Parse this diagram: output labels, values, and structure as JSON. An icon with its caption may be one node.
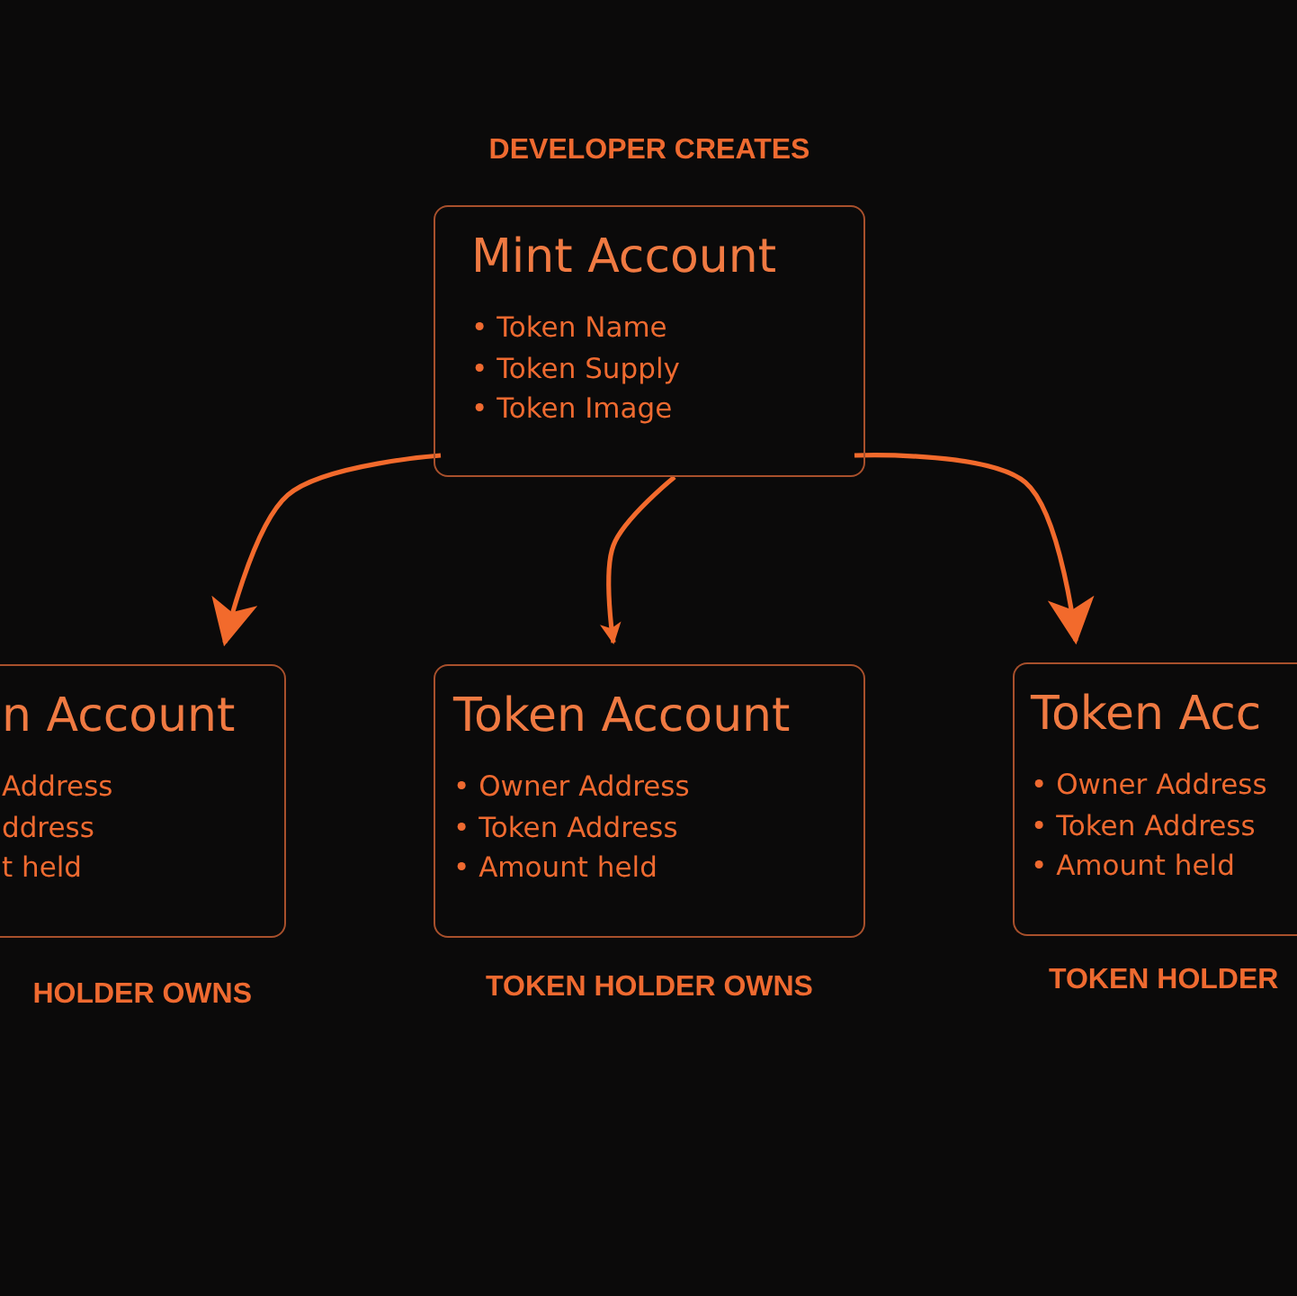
{
  "diagram": {
    "nodes": [
      {
        "text": [
          "Mint Account",
          "• Token Name",
          "• Token Supply",
          "• Token Image"
        ],
        "beside": [
          "DEVELOPER CREATES"
        ]
      },
      {
        "text": [
          "n Account",
          "Address",
          "ddress",
          "t held"
        ],
        "beside": [
          "HOLDER OWNS"
        ]
      },
      {
        "text": [
          "Token Account",
          "• Owner Address",
          "• Token Address",
          "• Amount held"
        ],
        "beside": [
          "TOKEN HOLDER OWNS"
        ]
      },
      {
        "text": [
          "Token Acc",
          "• Owner Address",
          "• Token Address",
          "• Amount held"
        ],
        "beside": [
          "TOKEN HOLDER"
        ]
      }
    ],
    "edges": [
      {
        "from": 0,
        "to": 1,
        "arrow": "to"
      },
      {
        "from": 0,
        "to": 2,
        "arrow": "to"
      },
      {
        "from": 0,
        "to": 3,
        "arrow": "to"
      }
    ]
  }
}
